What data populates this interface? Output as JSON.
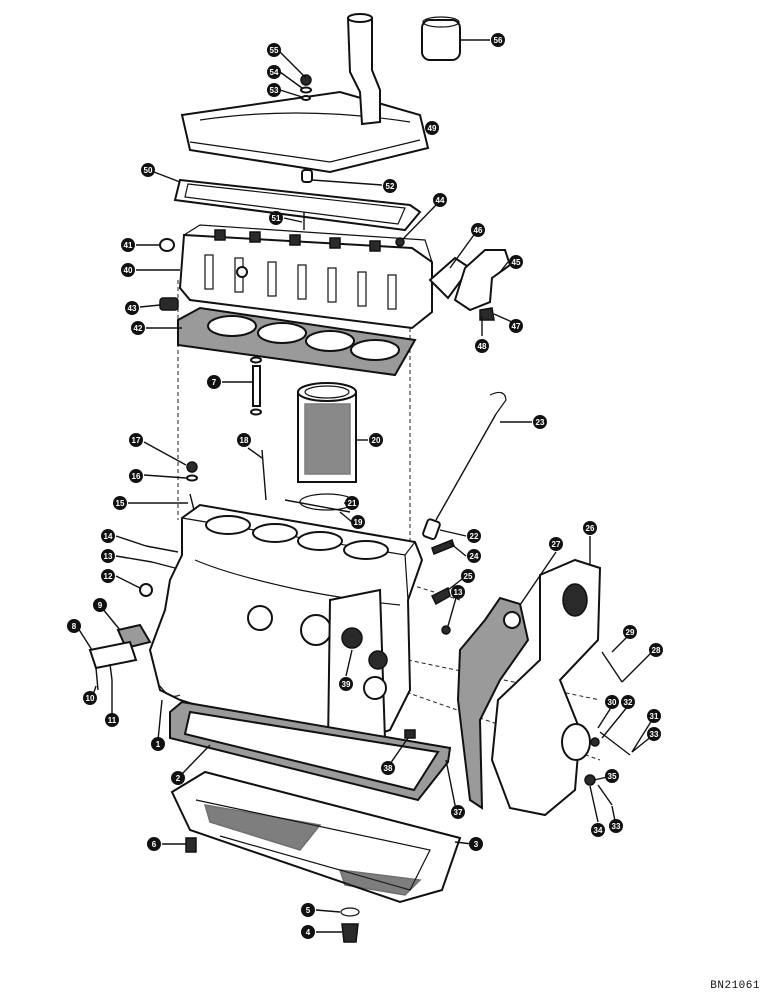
{
  "reference_code": "BN21061",
  "callouts": [
    {
      "id": "callout-55",
      "label": "55"
    },
    {
      "id": "callout-54",
      "label": "54"
    },
    {
      "id": "callout-53",
      "label": "53"
    },
    {
      "id": "callout-56",
      "label": "56"
    },
    {
      "id": "callout-49",
      "label": "49"
    },
    {
      "id": "callout-50",
      "label": "50"
    },
    {
      "id": "callout-52",
      "label": "52"
    },
    {
      "id": "callout-51",
      "label": "51"
    },
    {
      "id": "callout-44",
      "label": "44"
    },
    {
      "id": "callout-41",
      "label": "41"
    },
    {
      "id": "callout-40",
      "label": "40"
    },
    {
      "id": "callout-46",
      "label": "46"
    },
    {
      "id": "callout-45",
      "label": "45"
    },
    {
      "id": "callout-43",
      "label": "43"
    },
    {
      "id": "callout-47",
      "label": "47"
    },
    {
      "id": "callout-48",
      "label": "48"
    },
    {
      "id": "callout-42",
      "label": "42"
    },
    {
      "id": "callout-7",
      "label": "7"
    },
    {
      "id": "callout-23",
      "label": "23"
    },
    {
      "id": "callout-20",
      "label": "20"
    },
    {
      "id": "callout-18",
      "label": "18"
    },
    {
      "id": "callout-17",
      "label": "17"
    },
    {
      "id": "callout-16",
      "label": "16"
    },
    {
      "id": "callout-15",
      "label": "15"
    },
    {
      "id": "callout-21",
      "label": "21"
    },
    {
      "id": "callout-19",
      "label": "19"
    },
    {
      "id": "callout-22",
      "label": "22"
    },
    {
      "id": "callout-14",
      "label": "14"
    },
    {
      "id": "callout-13a",
      "label": "13"
    },
    {
      "id": "callout-12",
      "label": "12"
    },
    {
      "id": "callout-24",
      "label": "24"
    },
    {
      "id": "callout-26",
      "label": "26"
    },
    {
      "id": "callout-27",
      "label": "27"
    },
    {
      "id": "callout-25",
      "label": "25"
    },
    {
      "id": "callout-13b",
      "label": "13"
    },
    {
      "id": "callout-9",
      "label": "9"
    },
    {
      "id": "callout-8",
      "label": "8"
    },
    {
      "id": "callout-29",
      "label": "29"
    },
    {
      "id": "callout-28",
      "label": "28"
    },
    {
      "id": "callout-39",
      "label": "39"
    },
    {
      "id": "callout-10",
      "label": "10"
    },
    {
      "id": "callout-11",
      "label": "11"
    },
    {
      "id": "callout-30",
      "label": "30"
    },
    {
      "id": "callout-32",
      "label": "32"
    },
    {
      "id": "callout-31",
      "label": "31"
    },
    {
      "id": "callout-33a",
      "label": "33"
    },
    {
      "id": "callout-1",
      "label": "1"
    },
    {
      "id": "callout-38",
      "label": "38"
    },
    {
      "id": "callout-2",
      "label": "2"
    },
    {
      "id": "callout-35",
      "label": "35"
    },
    {
      "id": "callout-37",
      "label": "37"
    },
    {
      "id": "callout-34",
      "label": "34"
    },
    {
      "id": "callout-33b",
      "label": "33"
    },
    {
      "id": "callout-3",
      "label": "3"
    },
    {
      "id": "callout-6",
      "label": "6"
    },
    {
      "id": "callout-5",
      "label": "5"
    },
    {
      "id": "callout-4",
      "label": "4"
    }
  ]
}
